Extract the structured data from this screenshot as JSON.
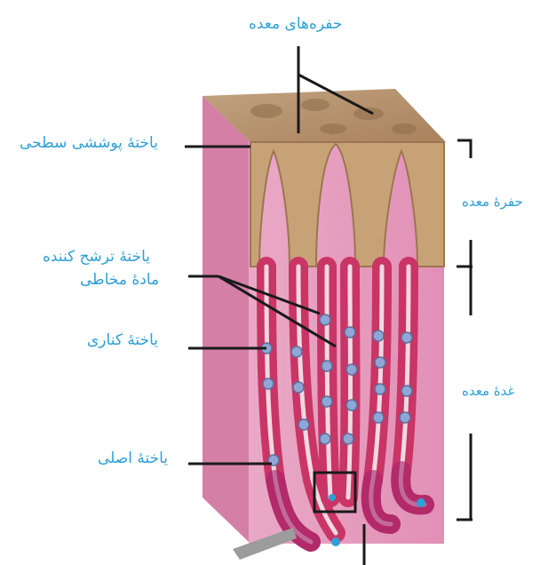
{
  "labels": {
    "gastric_pits": "حفره‌های معده",
    "surface_mucous_cell": "یاختهٔ پوششی سطحی",
    "mucus_secreting_cell_line1": "یاختهٔ ترشح کننده",
    "mucus_secreting_cell_line2": "مادهٔ مخاطی",
    "parietal_cell": "یاختهٔ کناری",
    "chief_cell": "یاختهٔ اصلی",
    "gastric_pit_bracket": "حفرهٔ معده",
    "gastric_gland_bracket": "غدهٔ معده"
  },
  "colors": {
    "label_text": "#2f9fd6",
    "leader_lines": "#1a1a1a",
    "tissue_pink": "#e7a3c0",
    "tissue_side": "#d47fa6",
    "surface_tan": "#c9a27c",
    "epithelium": "#c7a479",
    "gland_wall": "#d23a6a",
    "gland_lumen": "#f2dde6",
    "cell_blue": "#8fa7d6"
  }
}
